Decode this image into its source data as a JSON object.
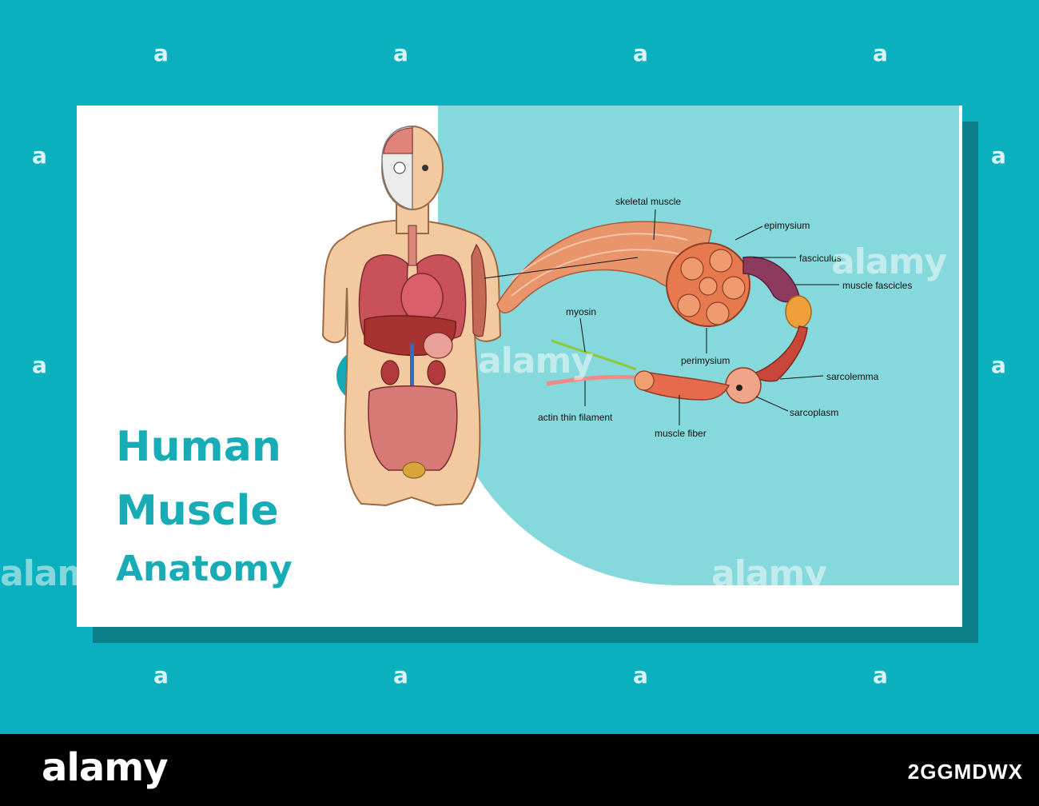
{
  "title": {
    "line1": "Human",
    "line2": "Muscle",
    "line3": "Anatomy"
  },
  "labels": {
    "skeletal_muscle": "skeletal muscle",
    "epimysium": "epimysium",
    "fasciculus": "fasciculus",
    "muscle_fascicles": "muscle fascicles",
    "myosin": "myosin",
    "perimysium": "perimysium",
    "sarcolemma": "sarcolemma",
    "sarcoplasm": "sarcoplasm",
    "actin_thin_filament": "actin thin filament",
    "muscle_fiber": "muscle fiber"
  },
  "watermark": {
    "text": "alamy",
    "pattern_mark": "a"
  },
  "footer": {
    "logo": "alamy",
    "image_id": "2GGMDWX"
  },
  "colors": {
    "background": "#0ab0bd",
    "card": "#ffffff",
    "bubble": "#85d8dc",
    "title": "#18acb6",
    "muscle": "#e8956c"
  }
}
